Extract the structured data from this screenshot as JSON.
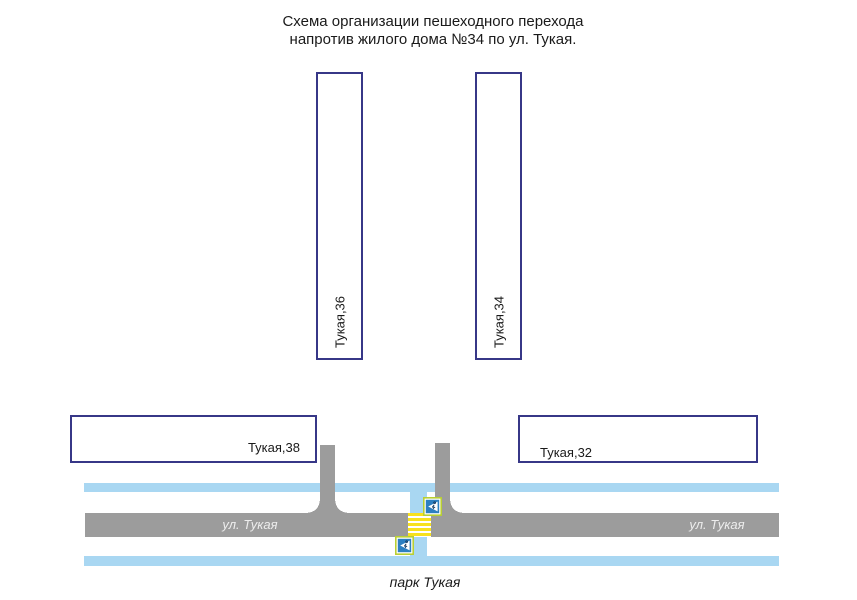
{
  "title": {
    "line1": "Схема организации пешеходного перехода",
    "line2": "напротив жилого дома №34 по ул. Тукая."
  },
  "buildings": {
    "b36": {
      "label": "Тукая,36"
    },
    "b34": {
      "label": "Тукая,34"
    },
    "b38": {
      "label": "Тукая,38"
    },
    "b32": {
      "label": "Тукая,32"
    }
  },
  "road": {
    "label_left": "ул. Тукая",
    "label_right": "ул. Тукая"
  },
  "park": {
    "label": "парк Тукая"
  },
  "icons": {
    "crossing_sign": "pedestrian-crossing-sign"
  },
  "colors": {
    "building_border": "#373787",
    "sidewalk_blue": "#a9d7f2",
    "road_gray": "#9c9c9c",
    "zebra_yellow": "#f7e11e",
    "sign_frame_green": "#b9cf33",
    "sign_blue": "#2d7fc1",
    "road_text": "#ededed",
    "text": "#1a1a1a"
  }
}
